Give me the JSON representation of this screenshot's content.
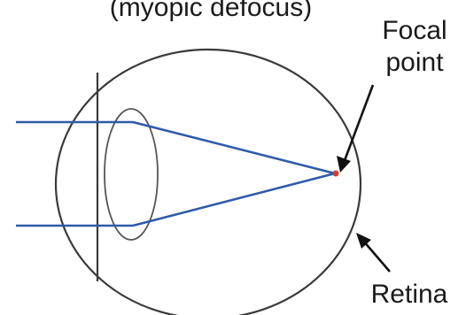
{
  "diagram": {
    "caption": "(myopic defocus)",
    "labels": {
      "focal_point": [
        "Focal",
        "point"
      ],
      "retina": "Retina"
    },
    "colors": {
      "outline": "#3a3a3a",
      "light_ray": "#2f5aa8",
      "focal_dot": "#d23c2c",
      "arrow": "#111111"
    }
  }
}
